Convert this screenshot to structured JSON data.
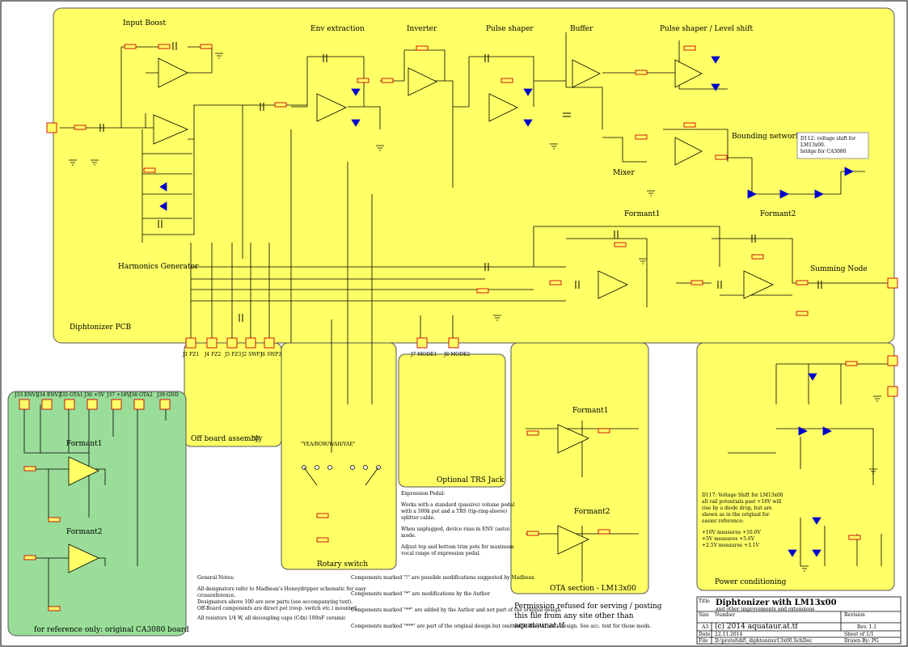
{
  "sections": {
    "input_boost": "Input Boost",
    "env_extraction": "Env extraction",
    "inverter": "Inverter",
    "pulse_shaper": "Pulse shaper",
    "buffer": "Buffer",
    "pulse_level_shift": "Pulse shaper / Level shift",
    "bounding_network": "Bounding network",
    "harmonics_generator": "Harmonics Generator",
    "mixer": "Mixer",
    "formant1": "Formant1",
    "formant2": "Formant2",
    "summing_node": "Summing Node",
    "pcb": "Diphtonizer PCB",
    "offboard": "Off board assembly",
    "rotary_switch": "Rotary switch",
    "trs_jack": "Optional TRS Jack",
    "ota_section": "OTA section - LM13x00",
    "power": "Power conditioning",
    "reference_only": "for reference only: original CA3080 board"
  },
  "d112_note": [
    "D112: voltage shift for",
    "LM13x00.",
    "bridge for CA3080"
  ],
  "connectors_top": [
    "J1 FZ1",
    "J4 FZ2",
    "J5 FZ3",
    "J2 SWP1",
    "J6 SWP2",
    "J7 MODE1",
    "J8 MODE2"
  ],
  "connectors_left": [
    "J33 ENV1",
    "J34 ENV2",
    "J35 OTA1",
    "J36 +5V",
    "J37 +18V",
    "J38 OTA2",
    "J39 GND"
  ],
  "rotary_label": "\"YEA/BOW/WAH/YAE\"",
  "expression_notes": [
    "Expression Pedal:",
    "Works with a standard (passive) volume pedal",
    "with a 500k pot and a TRS (tip-ring-sleeve)",
    "splitter cable.",
    "When unplugged, device runs in ENV (auto)",
    "mode.",
    "Adjust top and bottom trim pots for maximum",
    "vocal range of expression pedal."
  ],
  "general_notes": [
    "General Notes:",
    "All designators refer to Madbean's Honeydripper schematic for easy",
    "crossreference.",
    "Designators above 100 are new parts (see accompanying text).",
    "Off-Board components are direct pot (resp. switch etc.) mounted.",
    "All resistors 1/4 W, all decoupling caps (Cdx) 100nF ceramic"
  ],
  "marker_notes": [
    "Components marked \"!\" are possible modifications suggested by Madbean",
    "Components marked \"*\" are modifications by the Author",
    "Components marked \"**\" are added by the Author and not part of the original design.",
    "Components marked \"***\" are part of the original design but omitted in the Author's design. See acc. text for those mods."
  ],
  "permission": [
    "Permission refused for serving / posting",
    "this file from any site other than",
    "aquataur.at.tf"
  ],
  "power_note": [
    "D117: Voltage Shift for LM13x00",
    "all rail potentials past +18V will",
    "rise by a diode drop, but are",
    "shown as in the original for",
    "easier reference:",
    "+10V measures +10.6V",
    "+5V  measures +5.6V",
    "+2.5V measures +3.1V"
  ],
  "title_block": {
    "title_label": "Title",
    "title": "Diphtonizer with LM13x00",
    "subtitle": "and other improvements and extensions",
    "size_label": "Size",
    "size": "A3",
    "number_label": "Number",
    "number": "(c) 2014 aquataur.at.tf",
    "revision_label": "Revision",
    "revision": "Rev. 1.1",
    "date_label": "Date",
    "date": "22.11.2014",
    "sheet": "Sheet  of  1/1",
    "file_label": "File",
    "file": "D:\\protel\\dif\\_diphtonizer13x00.SchDoc",
    "drawn": "Drawn By: PG"
  },
  "colors": {
    "pcb": "#ffff66",
    "reference_board": "#99dd99",
    "wire": "#000000",
    "part": "#cc0000",
    "diode": "#0000cc"
  }
}
